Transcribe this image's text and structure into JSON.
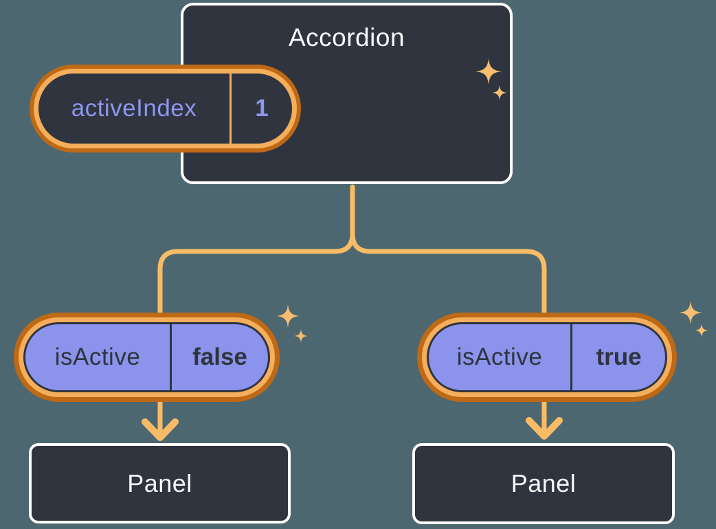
{
  "diagram_type": "component-state-props-tree",
  "colors": {
    "background": "#4D6770",
    "box_fill": "#2F343E",
    "box_border": "#FFFFFF",
    "ring_outer_orange": "#BE6915",
    "ring_inner_orange": "#F5AE5C",
    "connector": "#F8BC66",
    "sparkle": "#F8BD6F",
    "prop_pill_fill": "#8B93EC",
    "state_text": "#8E96EE",
    "dark_text": "#2F343E",
    "light_text": "#F7F9FB"
  },
  "root_component": {
    "title": "Accordion",
    "state": {
      "name": "activeIndex",
      "value": "1"
    }
  },
  "children": [
    {
      "prop": {
        "name": "isActive",
        "value": "false"
      },
      "panel_label": "Panel"
    },
    {
      "prop": {
        "name": "isActive",
        "value": "true"
      },
      "panel_label": "Panel"
    }
  ]
}
